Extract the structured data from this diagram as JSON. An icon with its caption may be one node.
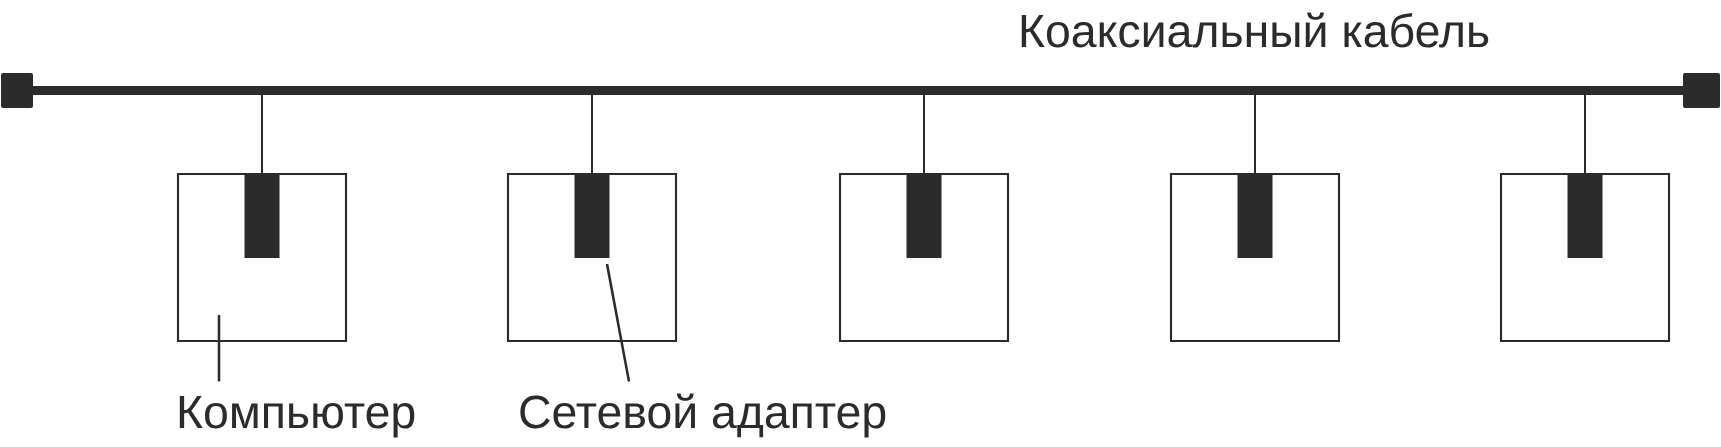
{
  "diagram": {
    "nodes": [
      {
        "text": [],
        "shape": "bar",
        "beside": [
          "Коаксиальный кабель"
        ]
      },
      {
        "text": [],
        "shape": "box"
      },
      {
        "text": [],
        "shape": "bar",
        "in": 1
      },
      {
        "text": [],
        "shape": "box"
      },
      {
        "text": [],
        "shape": "bar",
        "in": 3
      },
      {
        "text": [],
        "shape": "box"
      },
      {
        "text": [],
        "shape": "bar",
        "in": 5
      },
      {
        "text": [],
        "shape": "box"
      },
      {
        "text": [],
        "shape": "bar",
        "in": 7
      },
      {
        "text": [],
        "shape": "box"
      },
      {
        "text": [],
        "shape": "bar",
        "in": 9
      },
      {
        "text": [
          "Компьютер"
        ]
      },
      {
        "text": [
          "Сетевой адаптер"
        ]
      }
    ],
    "edges": [
      {
        "from": 0,
        "to": 2,
        "arrow": "none"
      },
      {
        "from": 0,
        "to": 4,
        "arrow": "none"
      },
      {
        "from": 0,
        "to": 6,
        "arrow": "none"
      },
      {
        "from": 0,
        "to": 8,
        "arrow": "none"
      },
      {
        "from": 0,
        "to": 10,
        "arrow": "none"
      },
      {
        "from": 11,
        "to": 1,
        "arrow": "none"
      },
      {
        "from": 12,
        "to": 4,
        "arrow": "none"
      }
    ]
  }
}
